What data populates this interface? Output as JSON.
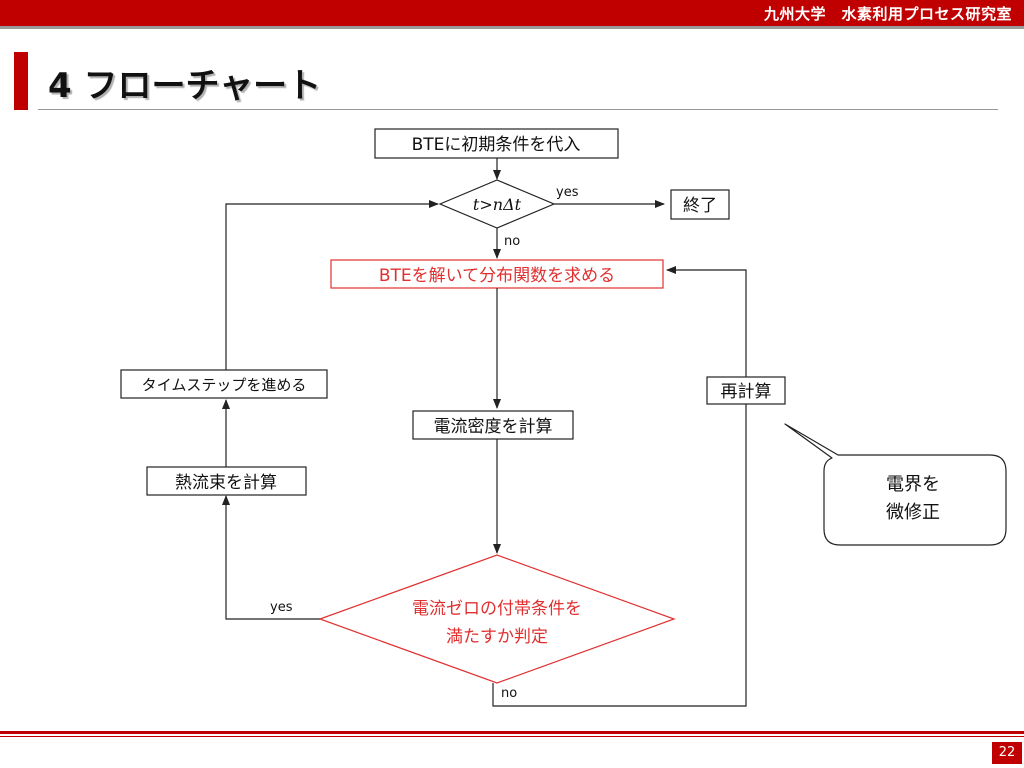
{
  "header": {
    "lab_name": "九州大学　水素利用プロセス研究室"
  },
  "slide": {
    "title": "4 フローチャート",
    "page_number": "22"
  },
  "flowchart": {
    "start": "BTEに初期条件を代入",
    "condition": {
      "t": "t",
      "gt": ">",
      "n": "n",
      "delta": "Δ",
      "t2": "t"
    },
    "yes": "yes",
    "no": "no",
    "end": "終了",
    "solve": "BTEを解いて分布関数を求める",
    "current": "電流密度を計算",
    "check_line1": "電流ゼロの付帯条件を",
    "check_line2": "満たすか判定",
    "check_yes": "yes",
    "check_no": "no",
    "heat": "熱流束を計算",
    "timestep": "タイムステップを進める",
    "recalc": "再計算",
    "callout_line1": "電界を",
    "callout_line2": "微修正"
  },
  "colors": {
    "brand_red": "#c00000",
    "highlight_red": "#e03030"
  }
}
